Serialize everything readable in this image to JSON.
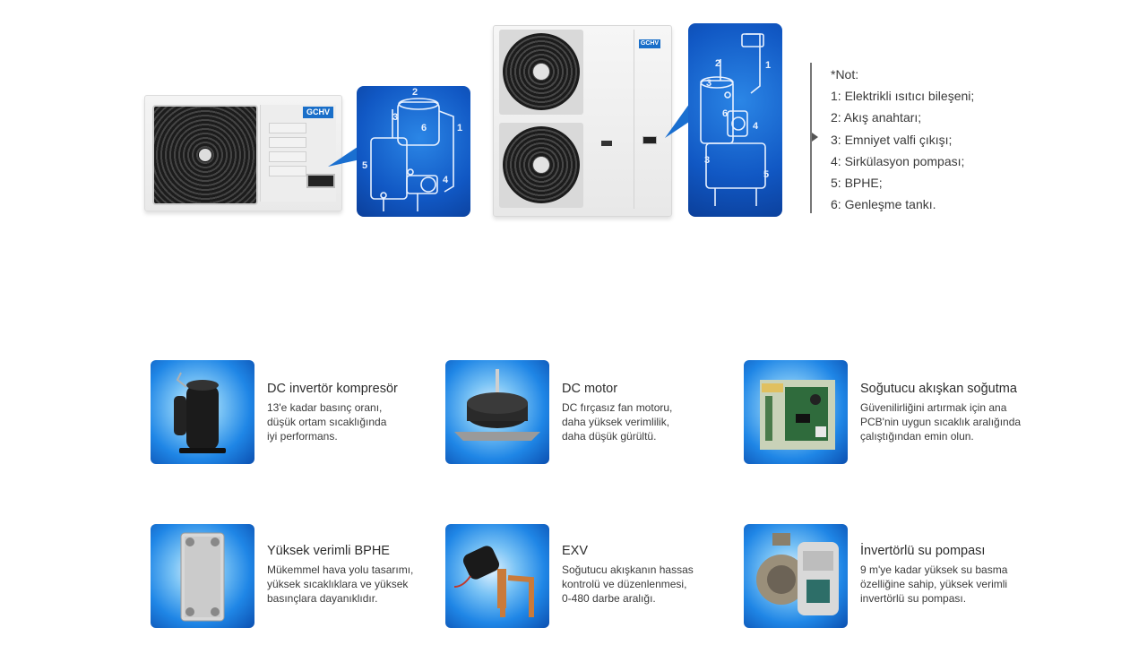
{
  "brand": {
    "logo_text": "GCHV"
  },
  "notes": {
    "heading": "*Not:",
    "items": [
      "1: Elektrikli ısıtıcı bileşeni;",
      "2: Akış anahtarı;",
      "3: Emniyet valfi çıkışı;",
      "4: Sirkülasyon pompası;",
      "5: BPHE;",
      "6: Genleşme tankı."
    ]
  },
  "diagram_labels": {
    "d1": [
      "2",
      "3",
      "6",
      "1",
      "5",
      "4"
    ],
    "d2": [
      "1",
      "2",
      "3",
      "6",
      "4",
      "3",
      "5"
    ]
  },
  "features": [
    {
      "title": "DC invertör kompresör",
      "desc": "13'e kadar basınç oranı,\ndüşük ortam sıcaklığında\niyi performans."
    },
    {
      "title": "DC motor",
      "desc": "DC fırçasız fan motoru,\ndaha yüksek verimlilik,\ndaha düşük gürültü."
    },
    {
      "title": "Soğutucu akışkan soğutma",
      "desc": "Güvenilirliğini artırmak için ana\nPCB'nin uygun sıcaklık aralığında\nçalıştığından emin olun."
    },
    {
      "title": "Yüksek verimli BPHE",
      "desc": "Mükemmel hava yolu tasarımı,\nyüksek sıcaklıklara ve yüksek\nbasınçlara dayanıklıdır."
    },
    {
      "title": "EXV",
      "desc": "Soğutucu akışkanın hassas\nkontrolü ve düzenlenmesi,\n0-480 darbe aralığı."
    },
    {
      "title": "İnvertörlü su pompası",
      "desc": "9 m'ye kadar yüksek su basma\nözelliğine sahip, yüksek verimli\ninvertörlü su pompası."
    }
  ],
  "colors": {
    "accent_blue": "#1158c4",
    "text": "#333333"
  }
}
